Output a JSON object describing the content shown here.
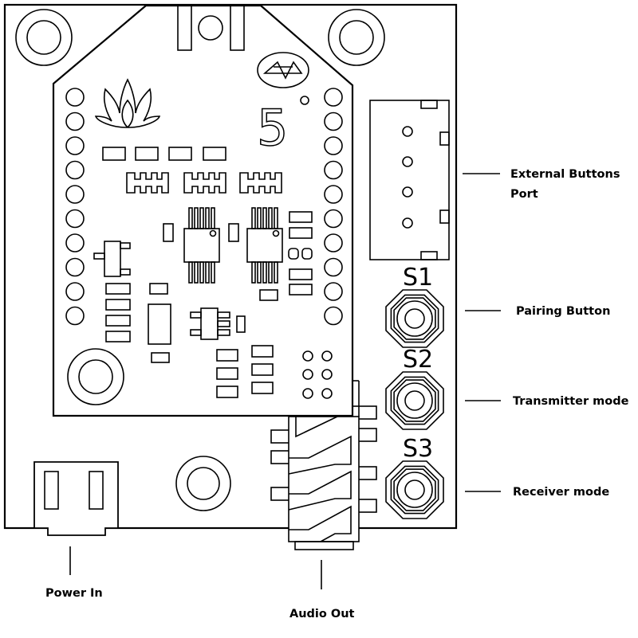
{
  "labels": {
    "external_buttons_line1": "External Buttons",
    "external_buttons_line2": "Port",
    "pairing": "Pairing Button",
    "transmitter": "Transmitter mode",
    "receiver": "Receiver mode",
    "power_in": "Power In",
    "audio_out": "Audio Out"
  },
  "switches": [
    {
      "id": "S1"
    },
    {
      "id": "S2"
    },
    {
      "id": "S3"
    }
  ],
  "silkscreen": {
    "version_mark": "5"
  },
  "icons": [
    "lotus-logo-icon",
    "bluetooth-icon"
  ]
}
